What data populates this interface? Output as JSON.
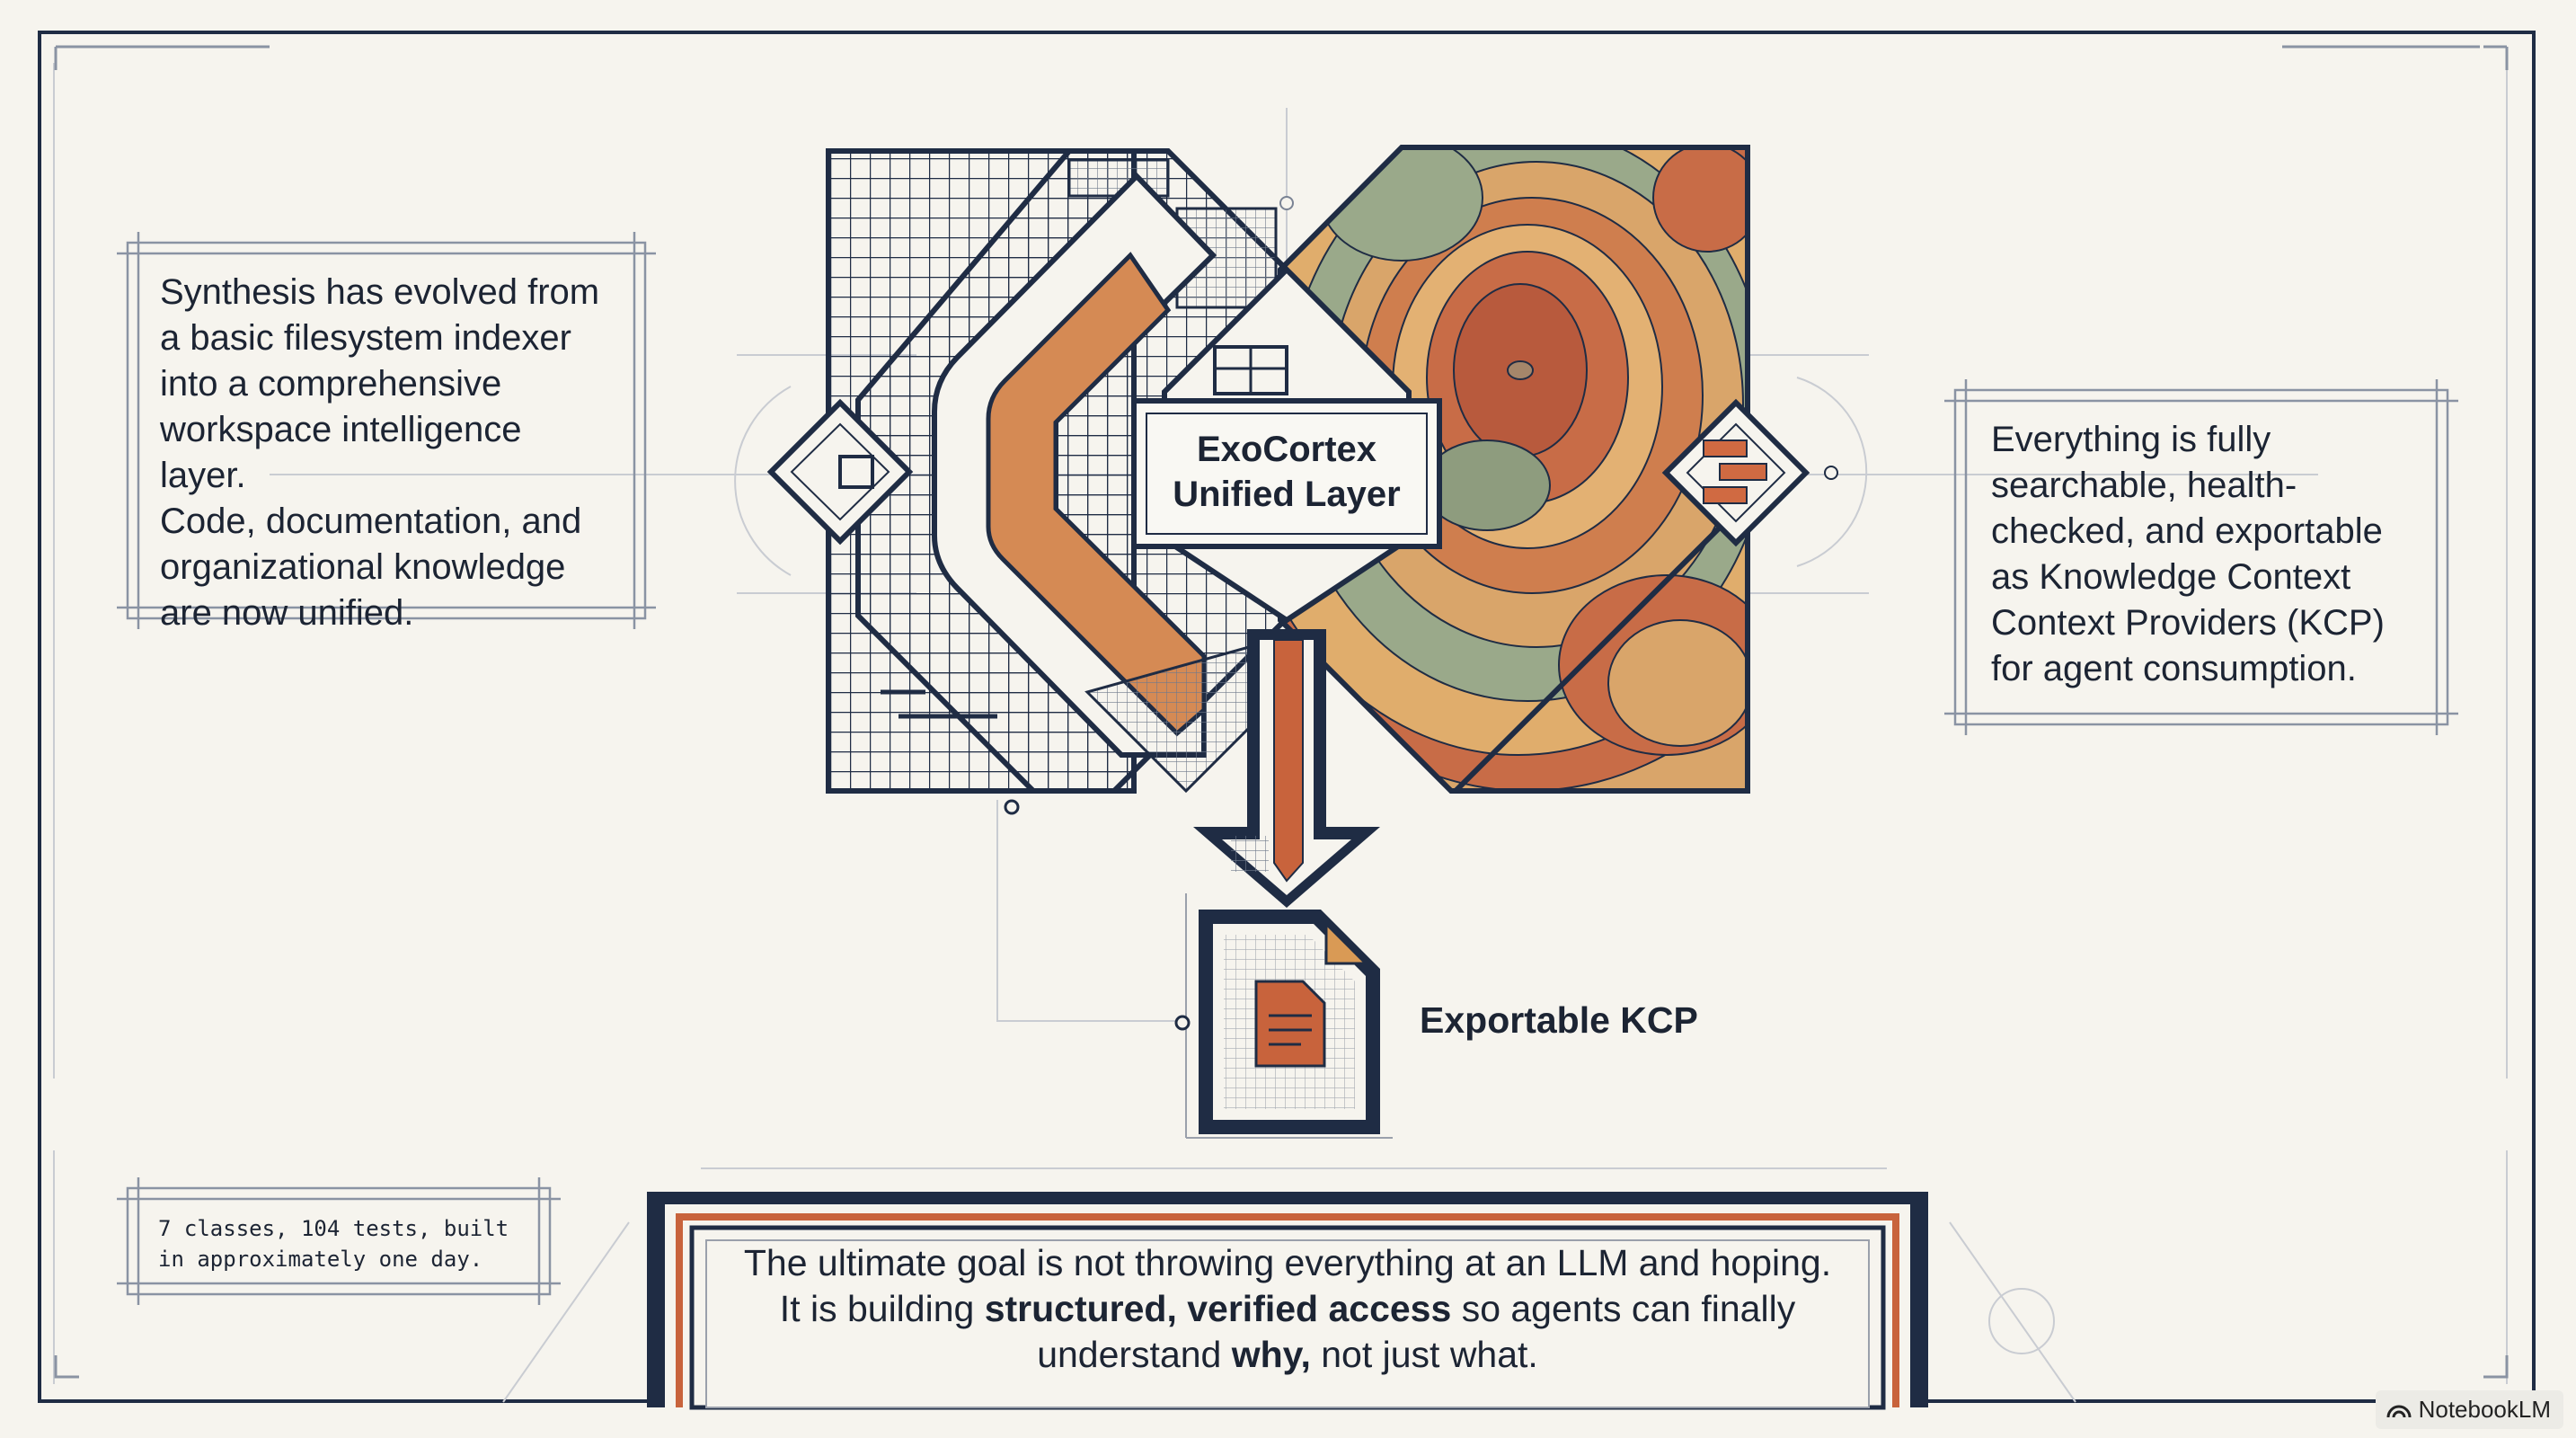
{
  "left_panel": {
    "lines": [
      "Synthesis has evolved from",
      "a basic filesystem indexer",
      "into a comprehensive",
      "workspace intelligence layer.",
      "Code, documentation, and",
      "organizational knowledge",
      "are now unified."
    ]
  },
  "right_panel": {
    "lines": [
      "Everything is fully",
      "searchable, health-",
      "checked, and exportable",
      "as Knowledge Context",
      "Context Providers (KCP)",
      "for agent consumption."
    ]
  },
  "center_box": {
    "line1": "ExoCortex",
    "line2": "Unified Layer"
  },
  "export_label": "Exportable KCP",
  "stats_note": {
    "line1": "7 classes, 104 tests, built",
    "line2": "in approximately one day."
  },
  "bottom_banner": {
    "line1": "The ultimate goal is not throwing everything at an LLM and hoping.",
    "line2_pre": "It is building ",
    "line2_bold": "structured, verified access",
    "line2_post": " so agents can finally",
    "line3_pre": "understand ",
    "line3_bold": "why,",
    "line3_post": " not just what."
  },
  "brand": "NotebookLM",
  "colors": {
    "navy": "#1f2c44",
    "rust": "#c8633c",
    "ochre": "#d99a55",
    "sage": "#9aa98a",
    "paper": "#f6f4ee"
  }
}
